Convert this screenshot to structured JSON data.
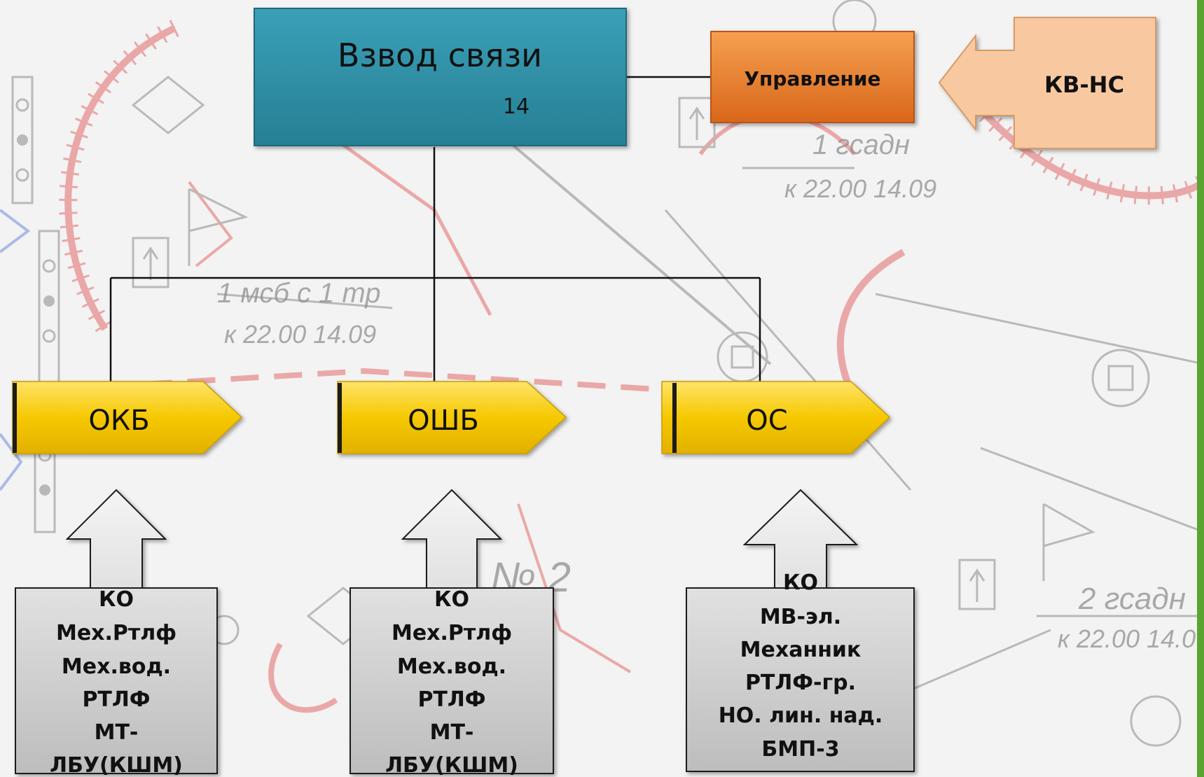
{
  "header": {
    "title": "Взвод связи",
    "count": "14"
  },
  "control": {
    "label": "Управление",
    "source_label": "КВ-НС"
  },
  "units": [
    {
      "name": "ОКБ",
      "staff": [
        "КО",
        "Мех.Ртлф",
        "Мех.вод.",
        "РТЛФ",
        "МТ-",
        "ЛБУ(КШМ)"
      ]
    },
    {
      "name": "ОШБ",
      "staff": [
        "КО",
        "Мех.Ртлф",
        "Мех.вод.",
        "РТЛФ",
        "МТ-",
        "ЛБУ(КШМ)"
      ]
    },
    {
      "name": "ОС",
      "staff": [
        "КО",
        "МВ-эл.",
        "Механник",
        "РТЛФ-гр.",
        "НО. лин. над.",
        "БМП-3"
      ]
    }
  ],
  "background_labels": [
    "1 гсадн",
    "к 22.00 14.09",
    "1 мсб с 1 тр",
    "к 22.00 14.09",
    "№ 2",
    "2 гсадн",
    "к 22.00 14.0"
  ],
  "colors": {
    "header_fill": "#2f8fa6",
    "control_fill": "#e87a22",
    "source_fill": "#f8c9a0",
    "unit_fill": "#f3c400",
    "staff_fill": "#cfcfcf",
    "map_red": "#e46a6a",
    "border_green": "#5aa532"
  }
}
